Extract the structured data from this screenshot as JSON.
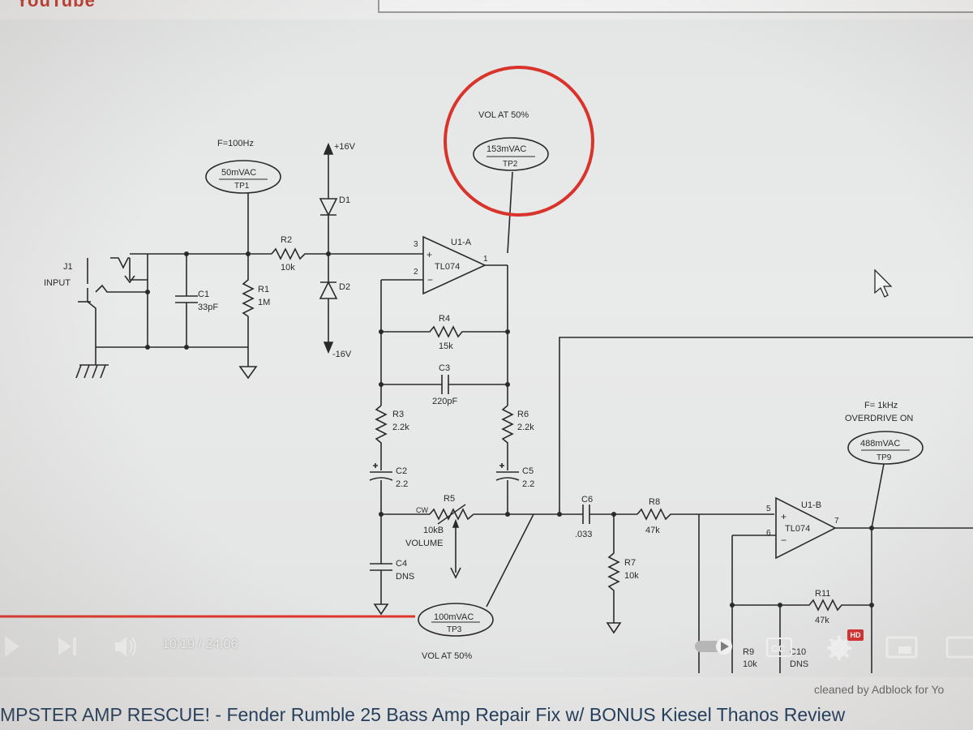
{
  "browser": {
    "logo_text": "YouTube"
  },
  "schematic": {
    "input_connector": "J1",
    "input_label": "INPUT",
    "tp1": {
      "freq": "F=100Hz",
      "value": "50mVAC",
      "name": "TP1"
    },
    "tp2": {
      "note": "VOL AT 50%",
      "value": "153mVAC",
      "name": "TP2"
    },
    "tp3": {
      "value": "100mVAC",
      "name": "TP3",
      "note": "VOL AT 50%"
    },
    "tp9": {
      "freq": "F= 1kHz",
      "mode": "OVERDRIVE ON",
      "value": "488mVAC",
      "name": "TP9"
    },
    "supply_pos": "+16V",
    "supply_neg": "-16V",
    "c1": {
      "ref": "C1",
      "value": "33pF"
    },
    "r1": {
      "ref": "R1",
      "value": "1M"
    },
    "r2": {
      "ref": "R2",
      "value": "10k"
    },
    "d1": "D1",
    "d2": "D2",
    "u1a": {
      "ref": "U1-A",
      "part": "TL074",
      "pin3": "3",
      "pin2": "2",
      "pin1": "1",
      "plus": "+",
      "minus": "−"
    },
    "r4": {
      "ref": "R4",
      "value": "15k"
    },
    "c3": {
      "ref": "C3",
      "value": "220pF"
    },
    "r3": {
      "ref": "R3",
      "value": "2.2k"
    },
    "r6": {
      "ref": "R6",
      "value": "2.2k"
    },
    "c2": {
      "ref": "C2",
      "value": "2.2"
    },
    "c5": {
      "ref": "C5",
      "value": "2.2"
    },
    "r5": {
      "ref": "R5",
      "value": "10kB",
      "cw": "CW",
      "label": "VOLUME"
    },
    "c4": {
      "ref": "C4",
      "value": "DNS"
    },
    "c6": {
      "ref": "C6",
      "value": ".033"
    },
    "r8": {
      "ref": "R8",
      "value": "47k"
    },
    "r7": {
      "ref": "R7",
      "value": "10k"
    },
    "u1b": {
      "ref": "U1-B",
      "part": "TL074",
      "pin5": "5",
      "pin6": "6",
      "pin7": "7",
      "plus": "+",
      "minus": "−"
    },
    "r11": {
      "ref": "R11",
      "value": "47k"
    },
    "r9": {
      "ref": "R9",
      "value": "10k"
    },
    "c10": {
      "ref": "C10",
      "value": "DNS"
    }
  },
  "player": {
    "time": "10:19 / 24:06",
    "progress": 0.427,
    "icons": {
      "play": "play-icon",
      "next": "next-icon",
      "volume": "volume-icon",
      "autoplay": "autoplay-toggle-icon",
      "captions": "captions-icon",
      "settings": "settings-gear-icon",
      "miniplayer": "miniplayer-icon",
      "theater": "theater-icon"
    },
    "hd_badge": "HD",
    "captions_label": "CC"
  },
  "overlay_text": "cleaned by Adblock for Yo",
  "video_title": "MPSTER AMP RESCUE! - Fender Rumble 25 Bass Amp Repair Fix w/ BONUS Kiesel Thanos Review"
}
